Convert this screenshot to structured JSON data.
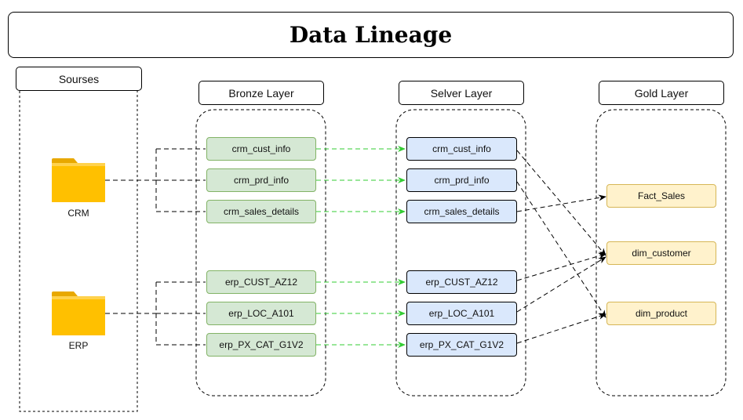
{
  "title": "Data Lineage",
  "headers": {
    "sources": "Sourses",
    "bronze": "Bronze Layer",
    "silver": "Selver Layer",
    "gold": "Gold Layer"
  },
  "sources": {
    "crm": "CRM",
    "erp": "ERP"
  },
  "bronze": [
    "crm_cust_info",
    "crm_prd_info",
    "crm_sales_details",
    "erp_CUST_AZ12",
    "erp_LOC_A101",
    "erp_PX_CAT_G1V2"
  ],
  "silver": [
    "crm_cust_info",
    "crm_prd_info",
    "crm_sales_details",
    "erp_CUST_AZ12",
    "erp_LOC_A101",
    "erp_PX_CAT_G1V2"
  ],
  "gold": [
    "Fact_Sales",
    "dim_customer",
    "dim_product"
  ],
  "colors": {
    "bronze_fill": "#d5e8d4",
    "bronze_stroke": "#82b366",
    "silver_fill": "#dae8fc",
    "gold_fill": "#fff2cc",
    "gold_stroke": "#d6b656",
    "green_arrow": "#33cc33",
    "folder": "#ffc000"
  }
}
